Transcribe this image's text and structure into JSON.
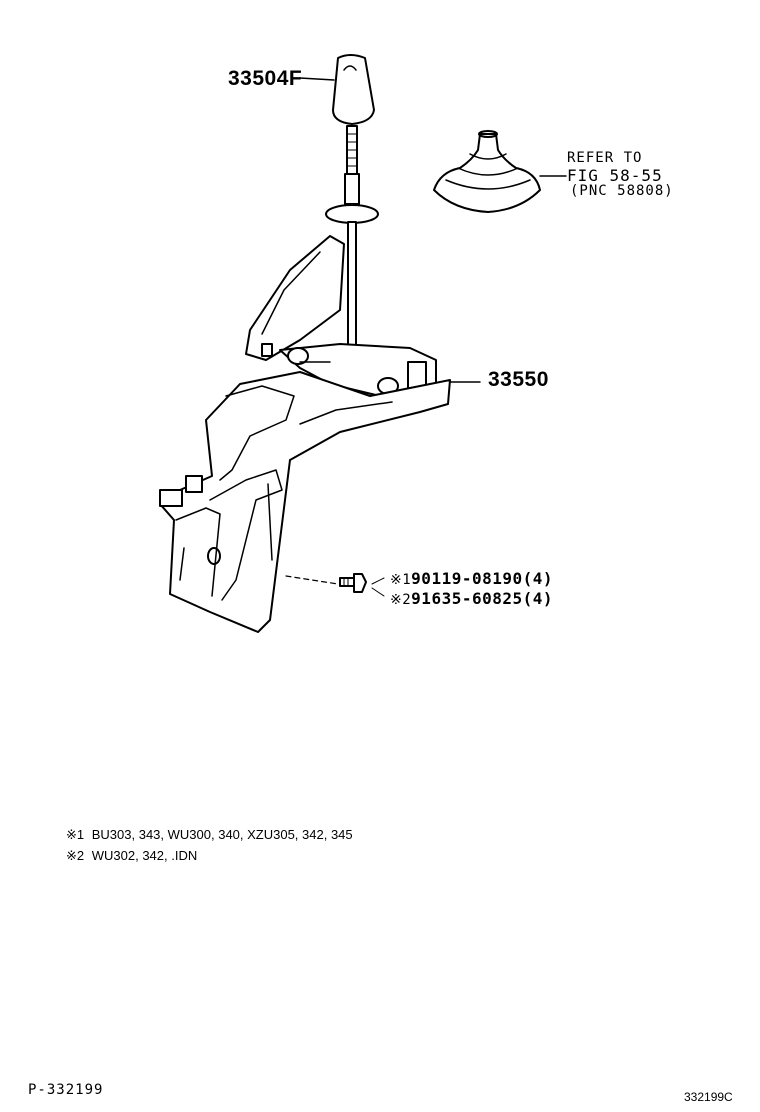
{
  "callouts": {
    "knob": "33504F",
    "lever_assembly": "33550",
    "boot_refer": [
      "REFER TO",
      "FIG 58-55",
      "(PNC 58808)"
    ],
    "bolt_1_mark": "※1",
    "bolt_1_part": "90119-08190(4)",
    "bolt_2_mark": "※2",
    "bolt_2_part": "91635-60825(4)"
  },
  "notes": [
    {
      "mark": "※1",
      "text": "BU303, 343, WU300, 340, XZU305, 342, 345"
    },
    {
      "mark": "※2",
      "text": "WU302, 342, .IDN"
    }
  ],
  "footer": {
    "page_code": "P-332199",
    "figure_code": "332199C"
  }
}
